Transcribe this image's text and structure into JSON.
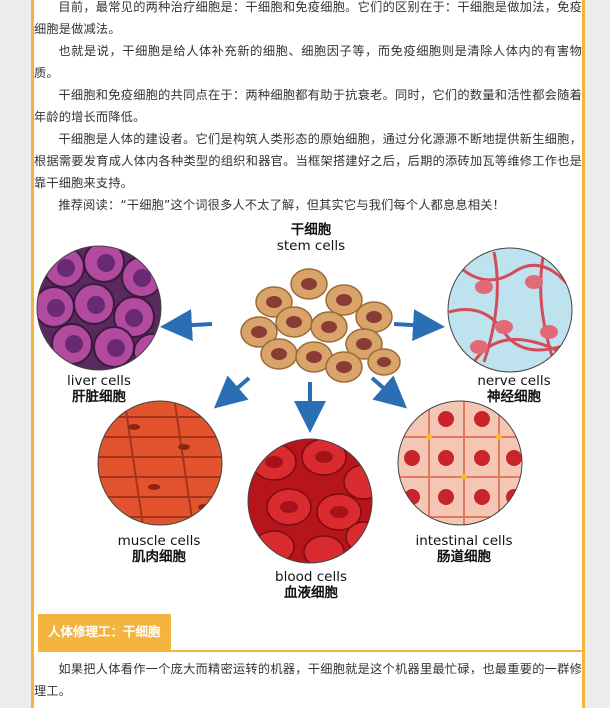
{
  "paragraphs": [
    "目前，最常见的两种治疗细胞是：干细胞和免疫细胞。它们的区别在于：干细胞是做加法，免疫细胞是做减法。",
    "也就是说，干细胞是给人体补充新的细胞、细胞因子等，而免疫细胞则是清除人体内的有害物质。",
    "干细胞和免疫细胞的共同点在于：两种细胞都有助于抗衰老。同时，它们的数量和活性都会随着年龄的增长而降低。",
    "干细胞是人体的建设者。它们是构筑人类形态的原始细胞，通过分化源源不断地提供新生细胞，根据需要发育成人体内各种类型的组织和器官。当框架搭建好之后，后期的添砖加瓦等维修工作也是靠干细胞来支持。",
    "推荐阅读：“干细胞”这个词很多人不太了解，但其实它与我们每个人都息息相关！"
  ],
  "figure": {
    "stem": {
      "zh": "干细胞",
      "en": "stem cells"
    },
    "liver": {
      "en": "liver cells",
      "zh": "肝脏细胞"
    },
    "nerve": {
      "en": "nerve cells",
      "zh": "神经细胞"
    },
    "muscle": {
      "en": "muscle cells",
      "zh": "肌肉细胞"
    },
    "blood": {
      "en": "blood cells",
      "zh": "血液细胞"
    },
    "intestinal": {
      "en": "intestinal cells",
      "zh": "肠道细胞"
    }
  },
  "section": {
    "title": "人体修理工：干细胞",
    "paragraph": "如果把人体看作一个庞大而精密运转的机器，干细胞就是这个机器里最忙碌，也最重要的一群修理工。"
  },
  "colors": {
    "accent": "#f4b440",
    "arrow": "#2a6fb5",
    "text": "#333333"
  }
}
